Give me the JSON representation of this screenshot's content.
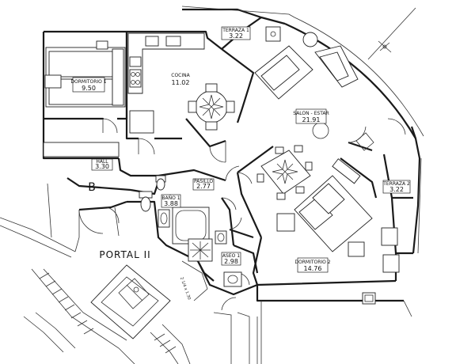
{
  "rooms": {
    "dormitorio_1": {
      "name": "DORMITORIO 1",
      "area": "9.50"
    },
    "cocina": {
      "name": "COCINA",
      "area": "11.02"
    },
    "terraza_1": {
      "name": "TERRAZA 1",
      "area": "3.22"
    },
    "salon_estar": {
      "name": "SALON - ESTAR",
      "area": "21.91"
    },
    "hall": {
      "name": "HALL",
      "area": "3.30"
    },
    "pasillo": {
      "name": "PASILLO",
      "area": "2.77"
    },
    "bano_1": {
      "name": "BAÑO 1",
      "area": "3.88"
    },
    "aseo_1": {
      "name": "ASEO 1",
      "area": "2.98"
    },
    "dormitorio_2": {
      "name": "DORMITORIO 2",
      "area": "14.76"
    },
    "terraza_2": {
      "name": "TERRAZA 2",
      "area": "3.22"
    }
  },
  "portal_label": "PORTAL II",
  "block_letter": "B",
  "stair_label": "2 1/4 x 1.30",
  "colors": {
    "line": "#1a1a1a",
    "background": "#ffffff"
  },
  "icons": [
    "north-arrow-icon",
    "table-with-chairs-icon",
    "stove-icon",
    "sofa-icon",
    "bed-icon",
    "bathtub-icon",
    "toilet-icon",
    "washbasin-icon",
    "elevator-icon"
  ]
}
